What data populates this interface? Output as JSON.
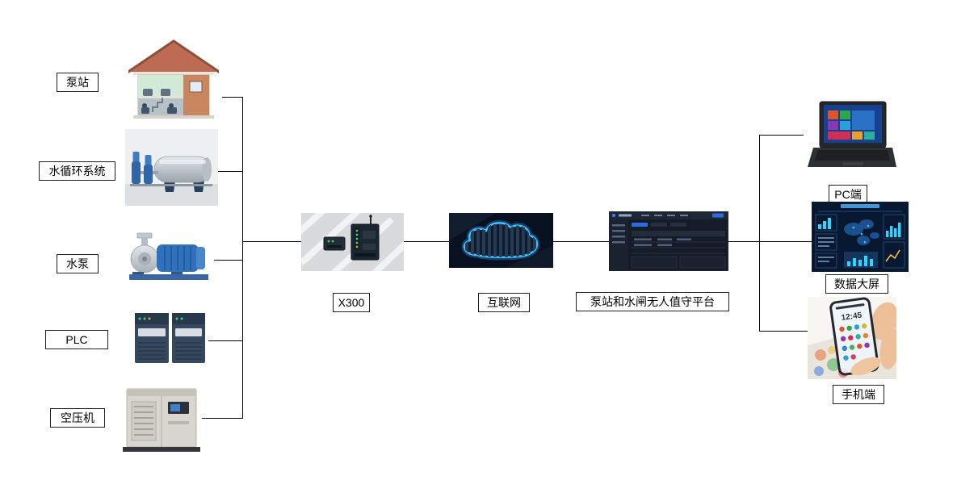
{
  "colors": {
    "connector": "#000000",
    "label_border": "#1f1f1f",
    "cloud_glow": "#45c0ff",
    "cloud_bg": "#081120",
    "dashboard_bg": "#081831",
    "pump_blue": "#2e72bd",
    "plc_navy": "#35485f"
  },
  "diagram": {
    "sources": [
      {
        "label": "泵站",
        "icon": "pump-station-building-icon"
      },
      {
        "label": "水循环系统",
        "icon": "water-circulation-system-icon"
      },
      {
        "label": "水泵",
        "icon": "water-pump-icon"
      },
      {
        "label": "PLC",
        "icon": "plc-controller-icon"
      },
      {
        "label": "空压机",
        "icon": "air-compressor-icon"
      }
    ],
    "gateway": {
      "label": "X300",
      "icon": "x300-gateway-icon"
    },
    "network": {
      "label": "互联网",
      "icon": "internet-cloud-icon"
    },
    "platform": {
      "label": "泵站和水闸无人值守平台",
      "icon": "platform-dashboard-icon"
    },
    "clients": [
      {
        "label": "PC端",
        "icon": "laptop-icon"
      },
      {
        "label": "数据大屏",
        "icon": "data-big-screen-icon"
      },
      {
        "label": "手机端",
        "icon": "mobile-phone-icon",
        "screen_time": "12:45"
      }
    ]
  }
}
